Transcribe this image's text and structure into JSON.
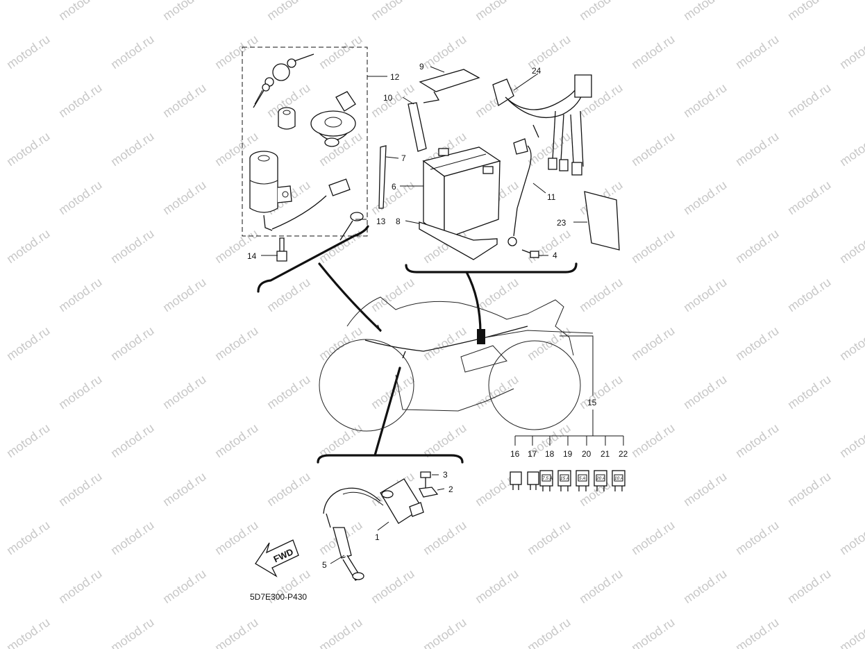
{
  "watermark": "motod.ru",
  "diagram_code": "5D7E300-P430",
  "fwd_label": "FWD",
  "callouts": {
    "c1": "1",
    "c2": "2",
    "c3": "3",
    "c4": "4",
    "c5": "5",
    "c6": "6",
    "c7": "7",
    "c8": "8",
    "c9": "9",
    "c10": "10",
    "c11": "11",
    "c12": "12",
    "c13": "13",
    "c14": "14",
    "c15": "15",
    "c16": "16",
    "c17": "17",
    "c18": "18",
    "c19": "19",
    "c20": "20",
    "c21": "21",
    "c22": "22",
    "c23": "23",
    "c24": "24"
  },
  "fuse_ratings": {
    "f18": "7.5 A",
    "f19": "15 A",
    "f20": "5 A",
    "f21": "20 A",
    "f22": "10 A"
  }
}
